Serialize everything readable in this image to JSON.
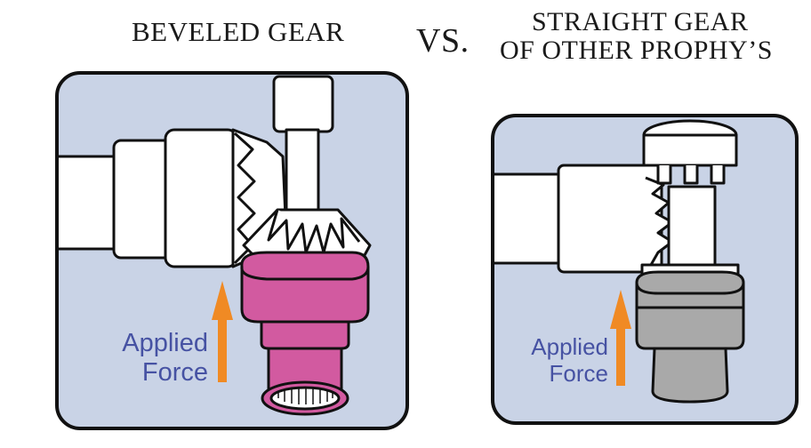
{
  "titles": {
    "left": "BEVELED GEAR",
    "vs": "VS.",
    "right_line1": "STRAIGHT GEAR",
    "right_line2": "OF OTHER PROPHY’S"
  },
  "labels": {
    "left_force_line1": "Applied",
    "left_force_line2": "Force",
    "right_force_line1": "Applied",
    "right_force_line2": "Force"
  },
  "colors": {
    "panel_bg": "#c9d3e6",
    "outline": "#111111",
    "cup_magenta": "#d25aa0",
    "cup_gray": "#a9a9a9",
    "arrow_orange": "#f08a24",
    "label_blue": "#4652a3"
  }
}
